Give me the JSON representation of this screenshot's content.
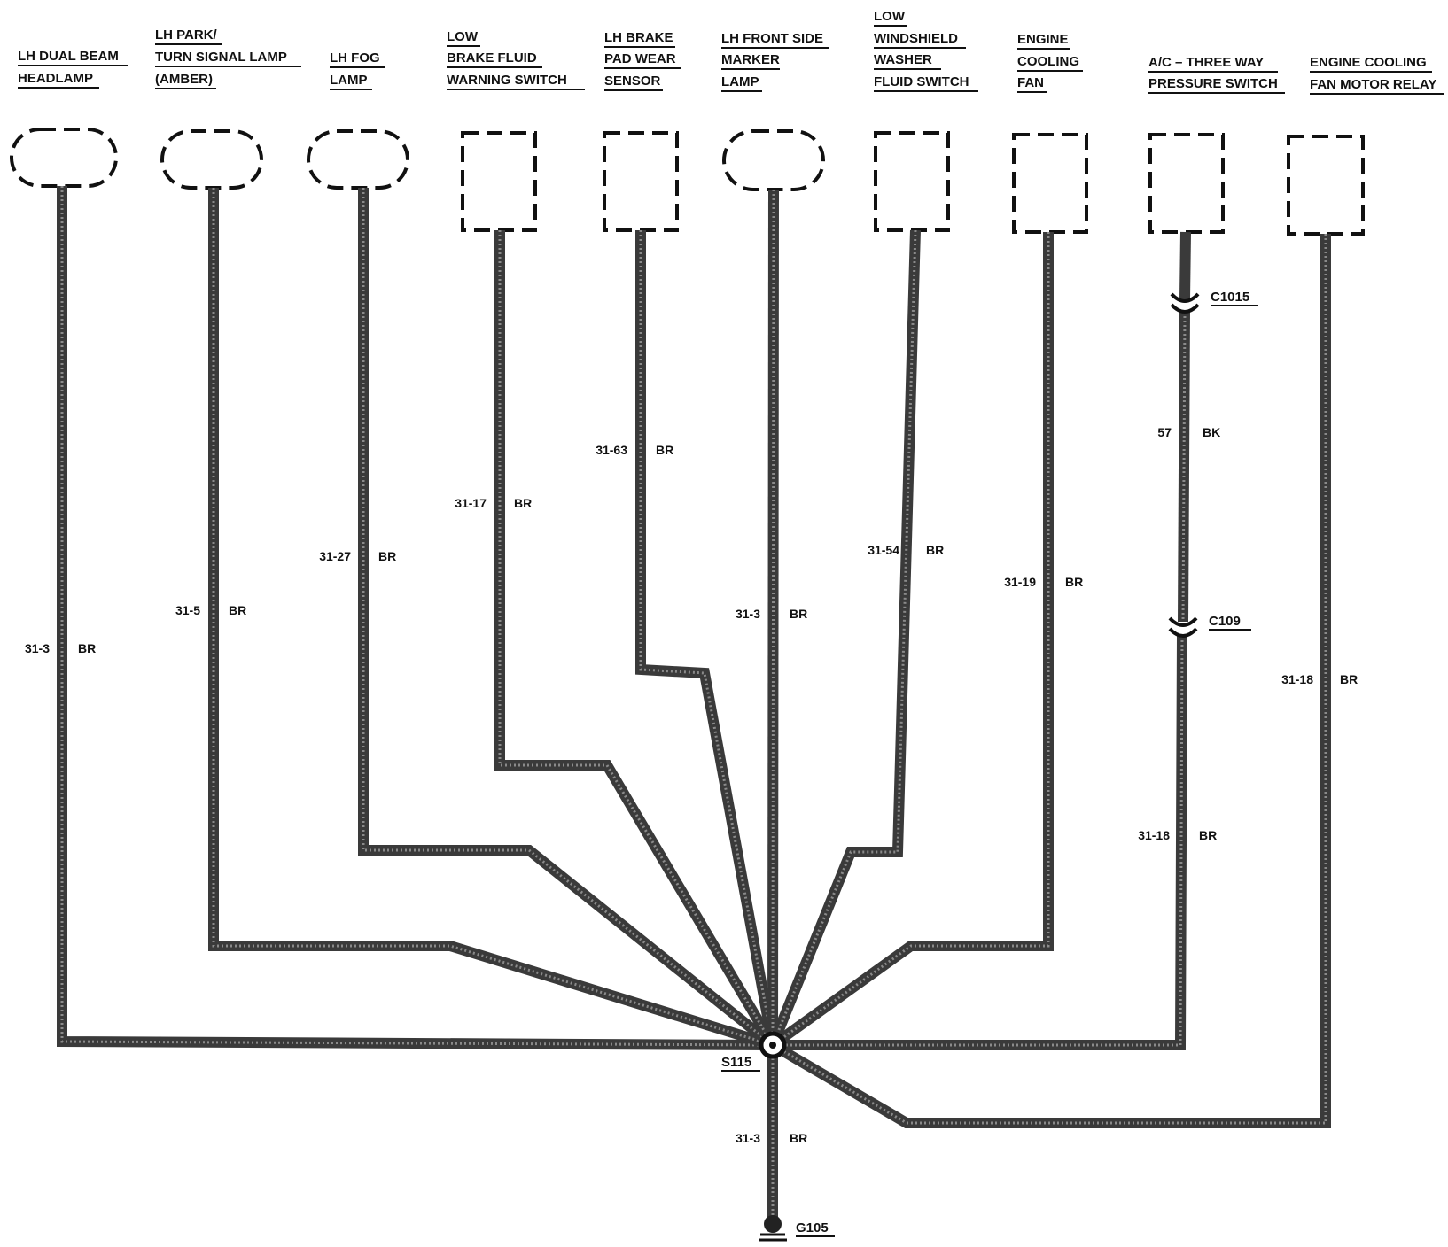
{
  "components": [
    {
      "id": "lh-dual-beam-headlamp",
      "shape": "oval",
      "lines": [
        "LH DUAL BEAM",
        "HEADLAMP"
      ]
    },
    {
      "id": "lh-park-turn-signal-lamp",
      "shape": "oval",
      "lines": [
        "LH PARK/",
        "TURN SIGNAL LAMP",
        "(AMBER)"
      ]
    },
    {
      "id": "lh-fog-lamp",
      "shape": "oval",
      "lines": [
        "LH FOG",
        "LAMP"
      ]
    },
    {
      "id": "low-brake-fluid-warning-switch",
      "shape": "rect",
      "lines": [
        "LOW",
        "BRAKE FLUID",
        "WARNING SWITCH"
      ]
    },
    {
      "id": "lh-brake-pad-wear-sensor",
      "shape": "rect",
      "lines": [
        "LH BRAKE",
        "PAD WEAR",
        "SENSOR"
      ]
    },
    {
      "id": "lh-front-side-marker-lamp",
      "shape": "oval",
      "lines": [
        "LH FRONT SIDE",
        "MARKER",
        "LAMP"
      ]
    },
    {
      "id": "low-windshield-washer-fluid-switch",
      "shape": "rect",
      "lines": [
        "LOW",
        "WINDSHIELD",
        "WASHER",
        "FLUID SWITCH"
      ]
    },
    {
      "id": "engine-cooling-fan",
      "shape": "rect",
      "lines": [
        "ENGINE",
        "COOLING",
        "FAN"
      ]
    },
    {
      "id": "ac-three-way-pressure-switch",
      "shape": "rect",
      "lines": [
        "A/C – THREE WAY",
        "PRESSURE SWITCH"
      ]
    },
    {
      "id": "engine-cooling-fan-motor-relay",
      "shape": "rect",
      "lines": [
        "ENGINE COOLING",
        "FAN MOTOR RELAY"
      ]
    }
  ],
  "wires": [
    {
      "id": "wire-headlamp",
      "circuit": "31-3",
      "color": "BR"
    },
    {
      "id": "wire-park-lamp",
      "circuit": "31-5",
      "color": "BR"
    },
    {
      "id": "wire-fog-lamp",
      "circuit": "31-27",
      "color": "BR"
    },
    {
      "id": "wire-brake-fluid",
      "circuit": "31-17",
      "color": "BR"
    },
    {
      "id": "wire-brake-pad",
      "circuit": "31-63",
      "color": "BR"
    },
    {
      "id": "wire-marker-lamp",
      "circuit": "31-3",
      "color": "BR"
    },
    {
      "id": "wire-washer-fluid",
      "circuit": "31-54",
      "color": "BR"
    },
    {
      "id": "wire-cooling-fan",
      "circuit": "31-19",
      "color": "BR"
    },
    {
      "id": "wire-ac-upper",
      "circuit": "57",
      "color": "BK"
    },
    {
      "id": "wire-ac-lower",
      "circuit": "31-18",
      "color": "BR"
    },
    {
      "id": "wire-relay",
      "circuit": "31-18",
      "color": "BR"
    },
    {
      "id": "wire-ground",
      "circuit": "31-3",
      "color": "BR"
    }
  ],
  "connectors": [
    {
      "id": "c1015",
      "label": "C1015"
    },
    {
      "id": "c109",
      "label": "C109"
    }
  ],
  "splice": {
    "label": "S115"
  },
  "ground": {
    "label": "G105"
  }
}
